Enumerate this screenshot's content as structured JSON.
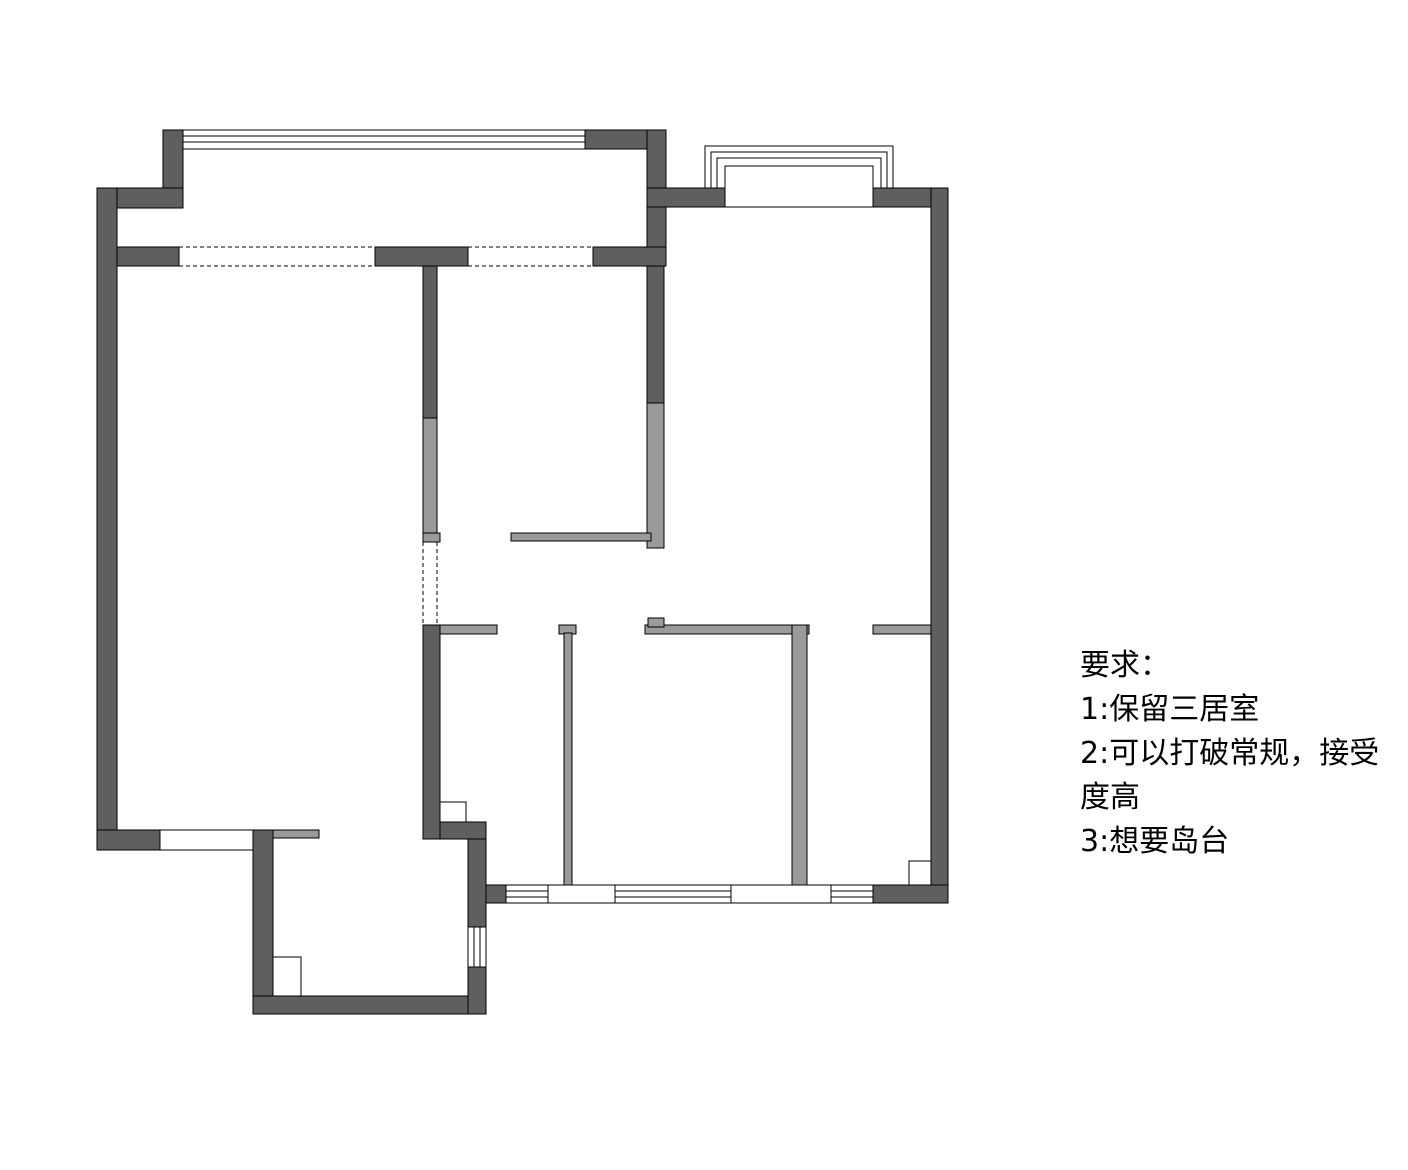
{
  "requirements": {
    "title": "要求：",
    "items": [
      "1:保留三居室",
      "2:可以打破常规，接受度高",
      "3:想要岛台"
    ]
  },
  "colors": {
    "outer_wall": "#5f5f5f",
    "inner_wall": "#9a9a9a",
    "line": "#000000",
    "background": "#ffffff"
  }
}
